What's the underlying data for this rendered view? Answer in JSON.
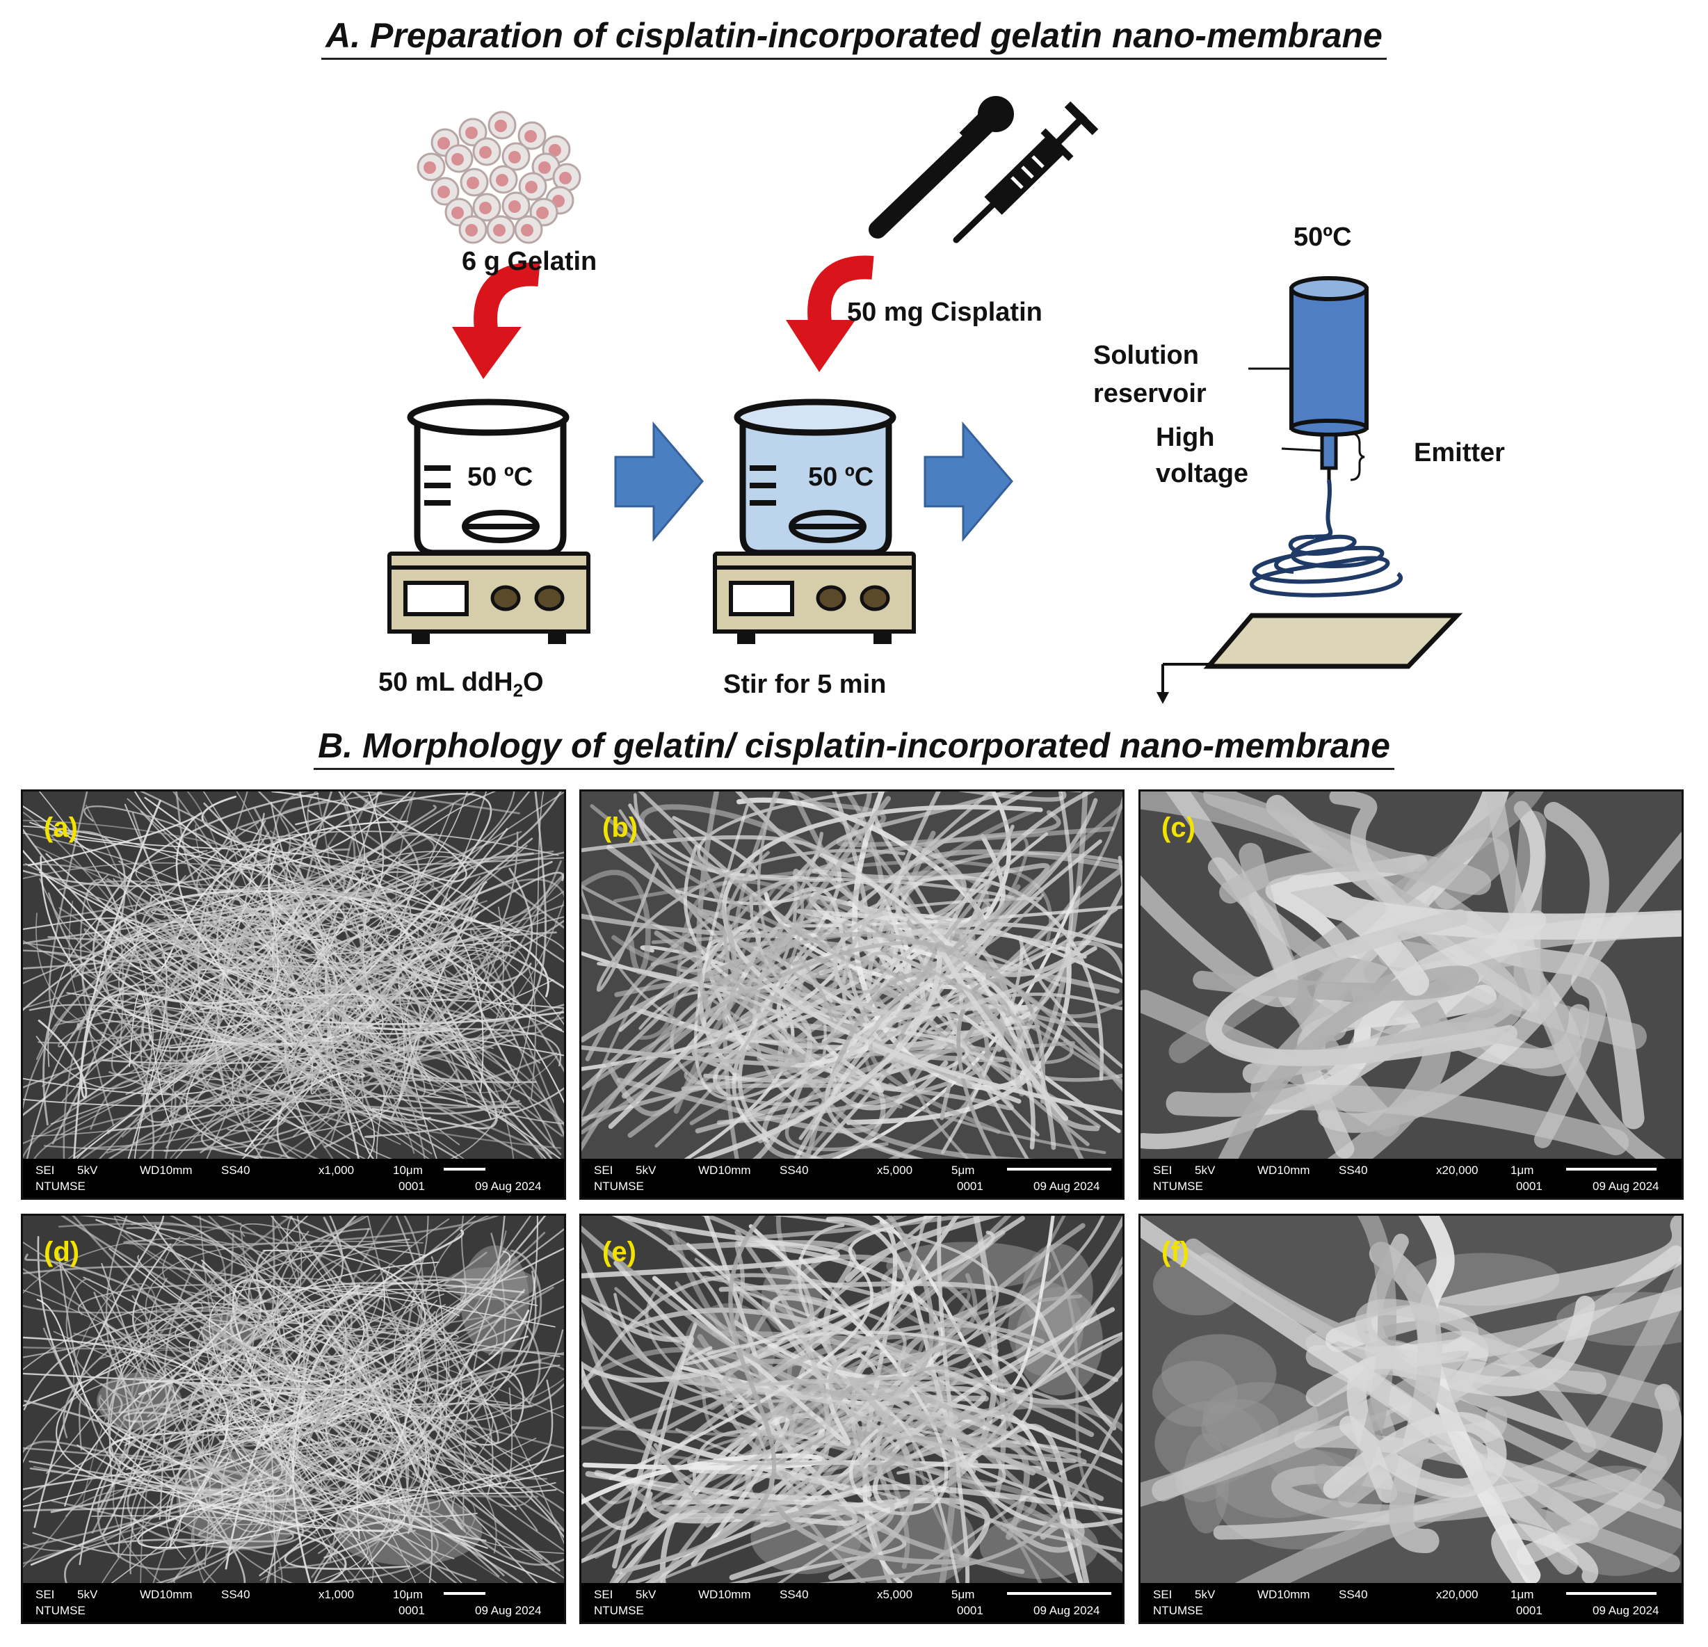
{
  "section_a": {
    "title": "A. Preparation of cisplatin-incorporated gelatin nano-membrane"
  },
  "section_b": {
    "title": "B. Morphology of gelatin/ cisplatin-incorporated nano-membrane"
  },
  "scheme": {
    "gelatin_label": "6 g Gelatin",
    "cisplatin_label": "50 mg Cisplatin",
    "beaker1_temp": "50 ºC",
    "beaker2_temp": "50 ºC",
    "water_label_pre": "50 mL ddH",
    "water_label_sub": "2",
    "water_label_post": "O",
    "stir_label": "Stir for 5 min",
    "electrospin_temp": "50ºC",
    "reservoir_label_1": "Solution",
    "reservoir_label_2": "reservoir",
    "voltage_label_1": "High",
    "voltage_label_2": "voltage",
    "emitter_label": "Emitter",
    "colors": {
      "arrow_red": "#d9141a",
      "flow_arrow": "#4a7fc1",
      "reservoir": "#4f7ec2",
      "hotplate": "#d6ceaa",
      "collector": "#ddd5b7",
      "liquid": "#bcd4ec",
      "tag_yellow": "#f2e400"
    }
  },
  "panels": [
    {
      "tag": "(a)",
      "mode": "SEI",
      "kv": "5kV",
      "wd": "WD10mm",
      "ss": "SS40",
      "mag": "x1,000",
      "scale": "10μm",
      "org": "NTUMSE",
      "num": "0001",
      "date": "09 Aug 2024"
    },
    {
      "tag": "(b)",
      "mode": "SEI",
      "kv": "5kV",
      "wd": "WD10mm",
      "ss": "SS40",
      "mag": "x5,000",
      "scale": "5μm",
      "org": "NTUMSE",
      "num": "0001",
      "date": "09 Aug 2024"
    },
    {
      "tag": "(c)",
      "mode": "SEI",
      "kv": "5kV",
      "wd": "WD10mm",
      "ss": "SS40",
      "mag": "x20,000",
      "scale": "1μm",
      "org": "NTUMSE",
      "num": "0001",
      "date": "09 Aug 2024"
    },
    {
      "tag": "(d)",
      "mode": "SEI",
      "kv": "5kV",
      "wd": "WD10mm",
      "ss": "SS40",
      "mag": "x1,000",
      "scale": "10μm",
      "org": "NTUMSE",
      "num": "0001",
      "date": "09 Aug 2024"
    },
    {
      "tag": "(e)",
      "mode": "SEI",
      "kv": "5kV",
      "wd": "WD10mm",
      "ss": "SS40",
      "mag": "x5,000",
      "scale": "5μm",
      "org": "NTUMSE",
      "num": "0001",
      "date": "09 Aug 2024"
    },
    {
      "tag": "(f)",
      "mode": "SEI",
      "kv": "5kV",
      "wd": "WD10mm",
      "ss": "SS40",
      "mag": "x20,000",
      "scale": "1μm",
      "org": "NTUMSE",
      "num": "0001",
      "date": "09 Aug 2024"
    }
  ]
}
